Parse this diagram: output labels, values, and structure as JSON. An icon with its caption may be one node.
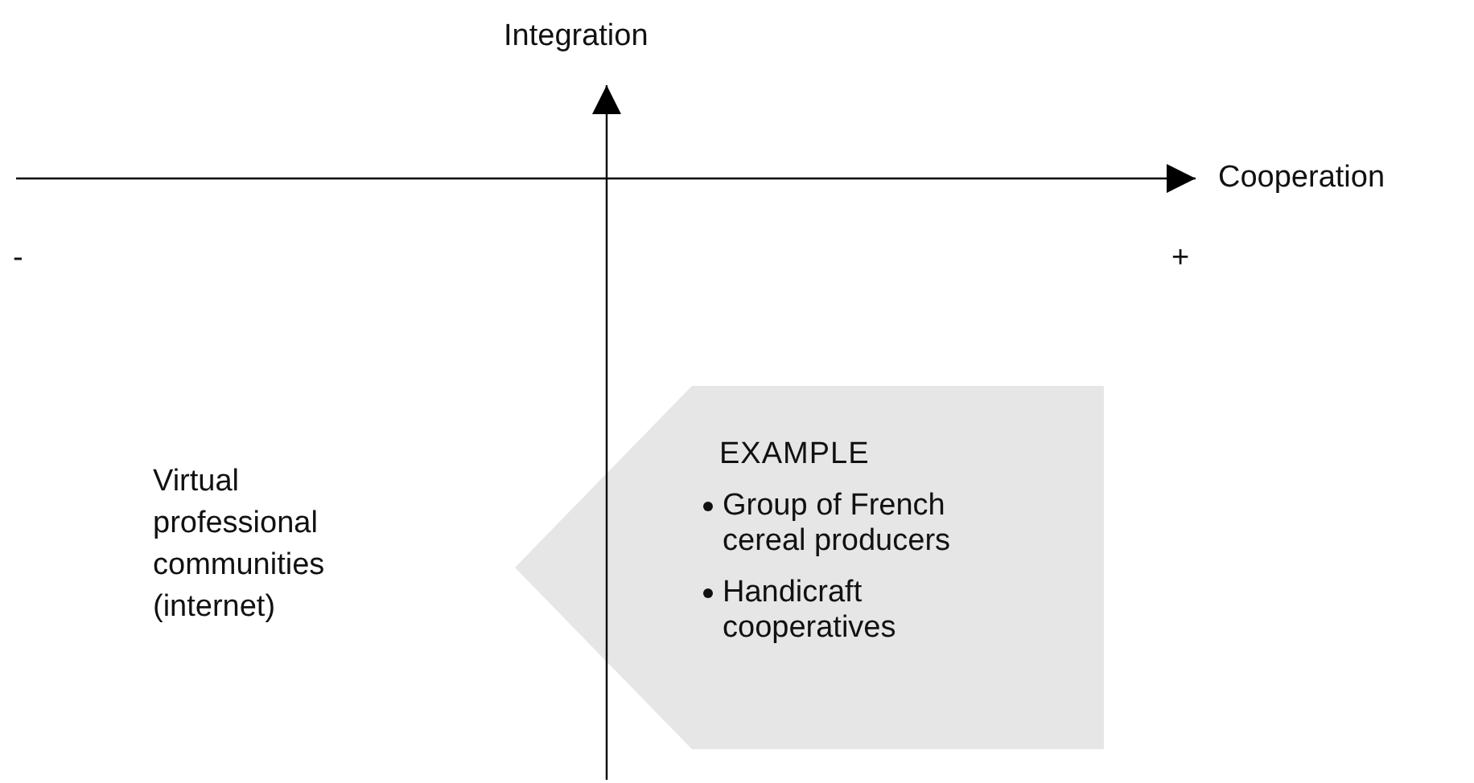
{
  "diagram": {
    "nodes": [
      {
        "text": [
          "EXAMPLE",
          "Group of French cereal producers",
          "Handicraft cooperatives"
        ]
      }
    ],
    "labels": [
      "Integration",
      "Cooperation",
      "-",
      "+",
      "Virtual professional communities (internet)"
    ]
  }
}
